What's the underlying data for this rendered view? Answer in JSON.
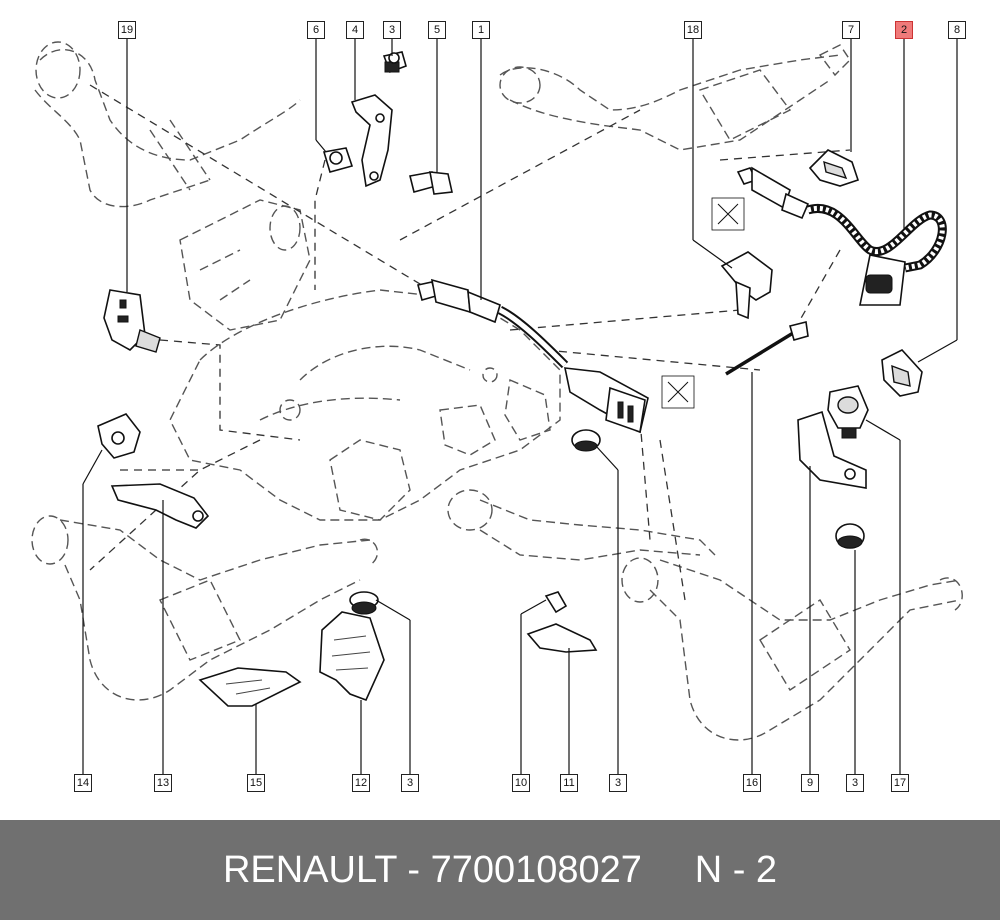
{
  "callouts": {
    "c19": "19",
    "c6": "6",
    "c4": "4",
    "c3_top": "3",
    "c5": "5",
    "c1": "1",
    "c18": "18",
    "c7": "7",
    "c2": "2",
    "c8": "8",
    "c14": "14",
    "c13": "13",
    "c15": "15",
    "c12": "12",
    "c3_b1": "3",
    "c10": "10",
    "c11": "11",
    "c3_b2": "3",
    "c16": "16",
    "c9": "9",
    "c3_b3": "3",
    "c17": "17"
  },
  "highlight_color": "#f07a7a",
  "footer": {
    "text": "RENAULT - 7700108027     N - 2",
    "background": "#707070"
  }
}
